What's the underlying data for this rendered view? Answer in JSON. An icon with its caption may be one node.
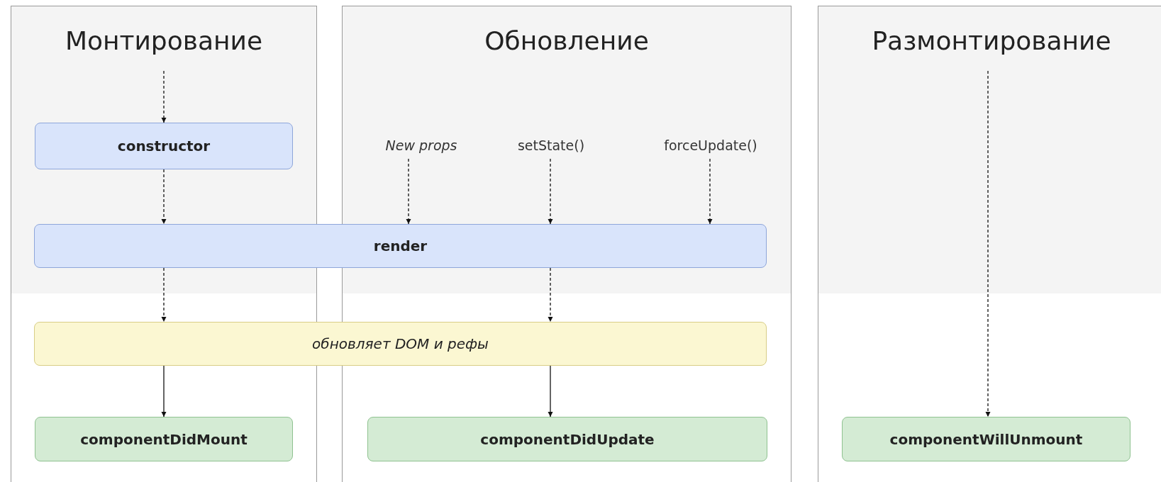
{
  "diagram": {
    "nodes": [
      {
        "text": [
          "Монтирование"
        ]
      },
      {
        "text": [
          "Обновление"
        ]
      },
      {
        "text": [
          "Размонтирование"
        ]
      },
      {
        "text": [
          "constructor"
        ],
        "in": 0
      },
      {
        "text": [
          "New props"
        ],
        "in": 1
      },
      {
        "text": [
          "setState()"
        ],
        "in": 1
      },
      {
        "text": [
          "forceUpdate()"
        ],
        "in": 1
      },
      {
        "text": [
          "render"
        ]
      },
      {
        "text": [
          "обновляет DOM и рефы"
        ]
      },
      {
        "text": [
          "componentDidMount"
        ],
        "in": 0
      },
      {
        "text": [
          "componentDidUpdate"
        ],
        "in": 1
      },
      {
        "text": [
          "componentWillUnmount"
        ],
        "in": 2
      }
    ],
    "edges": [
      {
        "from": null,
        "to": 3,
        "arrow": "to",
        "style": "dashed"
      },
      {
        "from": 3,
        "to": 7,
        "arrow": "to",
        "style": "dashed"
      },
      {
        "from": 4,
        "to": 7,
        "arrow": "to",
        "style": "dashed"
      },
      {
        "from": 5,
        "to": 7,
        "arrow": "to",
        "style": "dashed"
      },
      {
        "from": 6,
        "to": 7,
        "arrow": "to",
        "style": "dashed"
      },
      {
        "from": 7,
        "to": 8,
        "arrow": "to",
        "style": "dashed"
      },
      {
        "from": 7,
        "to": 8,
        "arrow": "to",
        "style": "dashed"
      },
      {
        "from": 8,
        "to": 9,
        "arrow": "to"
      },
      {
        "from": 8,
        "to": 10,
        "arrow": "to"
      },
      {
        "from": null,
        "to": 11,
        "arrow": "to",
        "style": "dashed"
      }
    ]
  }
}
